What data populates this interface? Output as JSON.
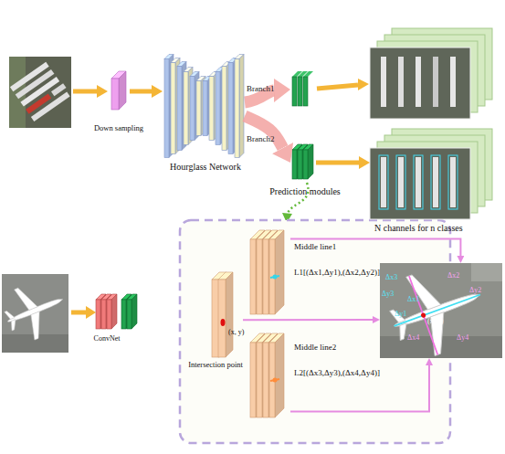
{
  "diagram": {
    "nodes": [
      {
        "text": [
          "Down sampling"
        ]
      },
      {
        "text": [
          "Hourglass Network"
        ]
      },
      {
        "text": [
          "Prediction modules"
        ]
      },
      {
        "text": [
          "N channels for n classes"
        ]
      },
      {
        "text": [
          "ConvNet"
        ]
      },
      {
        "text": [
          "Middle line1",
          "L1[(Δx1,Δy1),(Δx2,Δy2)]"
        ]
      },
      {
        "text": [
          "(x, y)",
          "Intersection point"
        ]
      },
      {
        "text": [
          "Middle line2",
          "L2[(Δx3,Δy3),(Δx4,Δy4)]"
        ]
      },
      {
        "text": [
          "Δx3",
          "Δy3",
          "Δx1",
          "Δy1",
          "Δx2",
          "Δy2",
          "(x, y)",
          "Δx4",
          "Δy4"
        ]
      }
    ],
    "edges": [
      {
        "from": 0,
        "to": 1,
        "arrow": "to"
      },
      {
        "from": 1,
        "to": 2,
        "arrow": "to",
        "label": "Branch2"
      },
      {
        "from": 2,
        "to": 3,
        "arrow": "to"
      },
      {
        "from": 5,
        "to": 8,
        "arrow": "to"
      },
      {
        "from": 6,
        "to": 8,
        "arrow": "to"
      },
      {
        "from": 7,
        "to": 8,
        "arrow": "to"
      }
    ],
    "labels": [
      "Branch1"
    ]
  }
}
